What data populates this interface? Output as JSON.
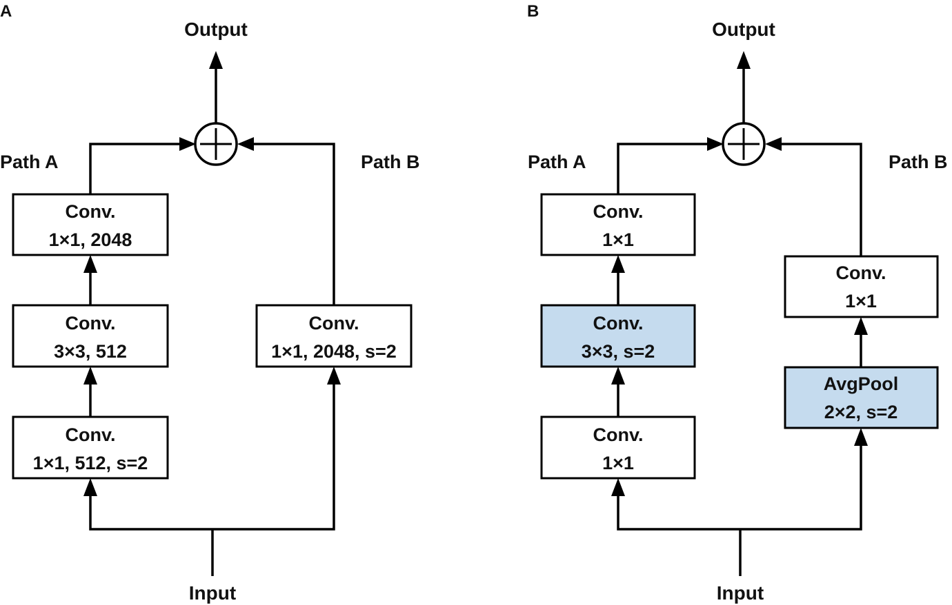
{
  "panels": [
    {
      "letter": "A",
      "output_label": "Output",
      "input_label": "Input",
      "path_a_label": "Path A",
      "path_b_label": "Path B",
      "path_a_boxes": [
        {
          "line1": "Conv.",
          "line2": "1×1, 2048",
          "highlighted": false
        },
        {
          "line1": "Conv.",
          "line2": "3×3, 512",
          "highlighted": false
        },
        {
          "line1": "Conv.",
          "line2": "1×1, 512, s=2",
          "highlighted": false
        }
      ],
      "path_b_boxes": [
        {
          "line1": "Conv.",
          "line2": "1×1, 2048, s=2",
          "highlighted": false
        }
      ]
    },
    {
      "letter": "B",
      "output_label": "Output",
      "input_label": "Input",
      "path_a_label": "Path A",
      "path_b_label": "Path B",
      "path_a_boxes": [
        {
          "line1": "Conv.",
          "line2": "1×1",
          "highlighted": false
        },
        {
          "line1": "Conv.",
          "line2": "3×3, s=2",
          "highlighted": true
        },
        {
          "line1": "Conv.",
          "line2": "1×1",
          "highlighted": false
        }
      ],
      "path_b_boxes": [
        {
          "line1": "Conv.",
          "line2": "1×1",
          "highlighted": false
        },
        {
          "line1": "AvgPool",
          "line2": "2×2, s=2",
          "highlighted": true
        }
      ]
    }
  ],
  "colors": {
    "highlight_fill": "#c5dbee",
    "box_fill": "#ffffff",
    "stroke": "#000000"
  },
  "icons": {
    "sum_node": "circled-plus-icon"
  }
}
